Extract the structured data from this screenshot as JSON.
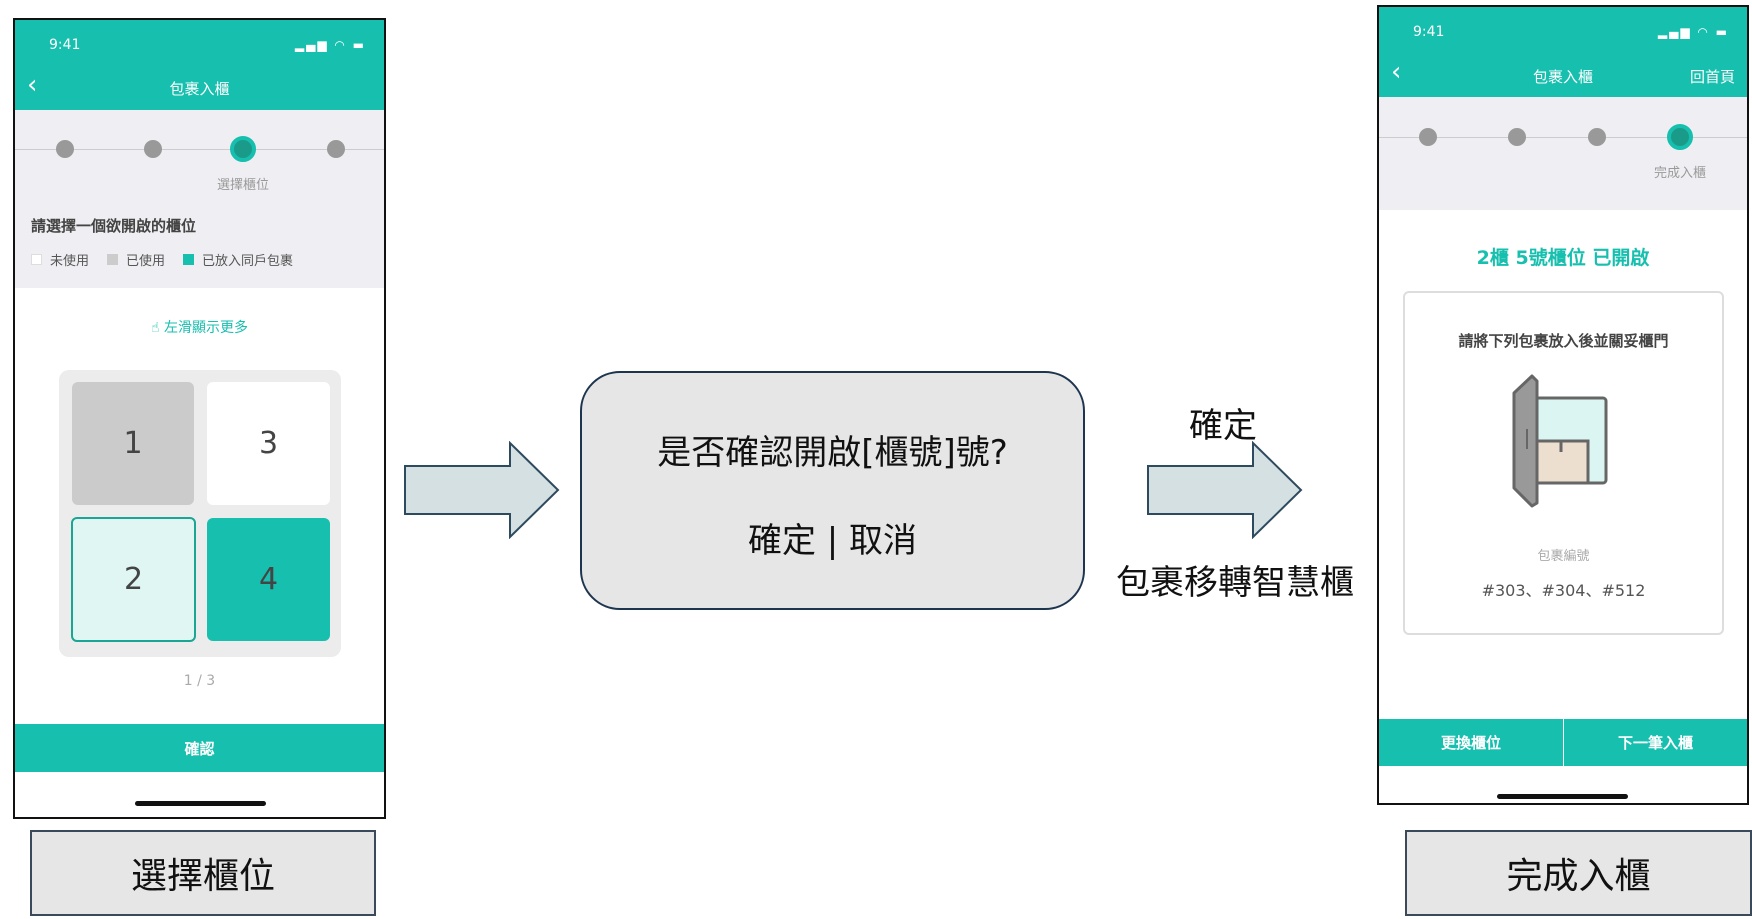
{
  "colors": {
    "accent": "#17bfae",
    "arrow_fill": "#d5e0e3",
    "arrow_stroke": "#2e4a5e"
  },
  "left_phone": {
    "status_time": "9:41",
    "nav_title": "包裹入櫃",
    "step_label": "選擇櫃位",
    "instruction": "請選擇一個欲開啟的櫃位",
    "legend": [
      {
        "label": "未使用",
        "color": "#ffffff"
      },
      {
        "label": "已使用",
        "color": "#cccccc"
      },
      {
        "label": "已放入同戶包裹",
        "color": "#17bfae"
      }
    ],
    "swipe_hint": "左滑顯示更多",
    "cells": [
      {
        "label": "1",
        "state": "used"
      },
      {
        "label": "3",
        "state": "empty"
      },
      {
        "label": "2",
        "state": "selected"
      },
      {
        "label": "4",
        "state": "same-household"
      }
    ],
    "page_indicator": "1 / 3",
    "confirm_button": "確認"
  },
  "caption_left": "選擇櫃位",
  "dialog": {
    "question": "是否確認開啟[櫃號]號?",
    "actions": "確定 | 取消"
  },
  "arrow2": {
    "top_label": "確定",
    "bottom_label": "包裹移轉智慧櫃"
  },
  "right_phone": {
    "status_time": "9:41",
    "nav_title": "包裹入櫃",
    "home_link": "回首頁",
    "step_label": "完成入櫃",
    "opened_title": "2櫃 5號櫃位 已開啟",
    "card_instruction": "請將下列包裹放入後並關妥櫃門",
    "package_label": "包裹編號",
    "package_numbers": "#303、#304、#512",
    "change_button": "更換櫃位",
    "next_button": "下一筆入櫃"
  },
  "caption_right": "完成入櫃"
}
